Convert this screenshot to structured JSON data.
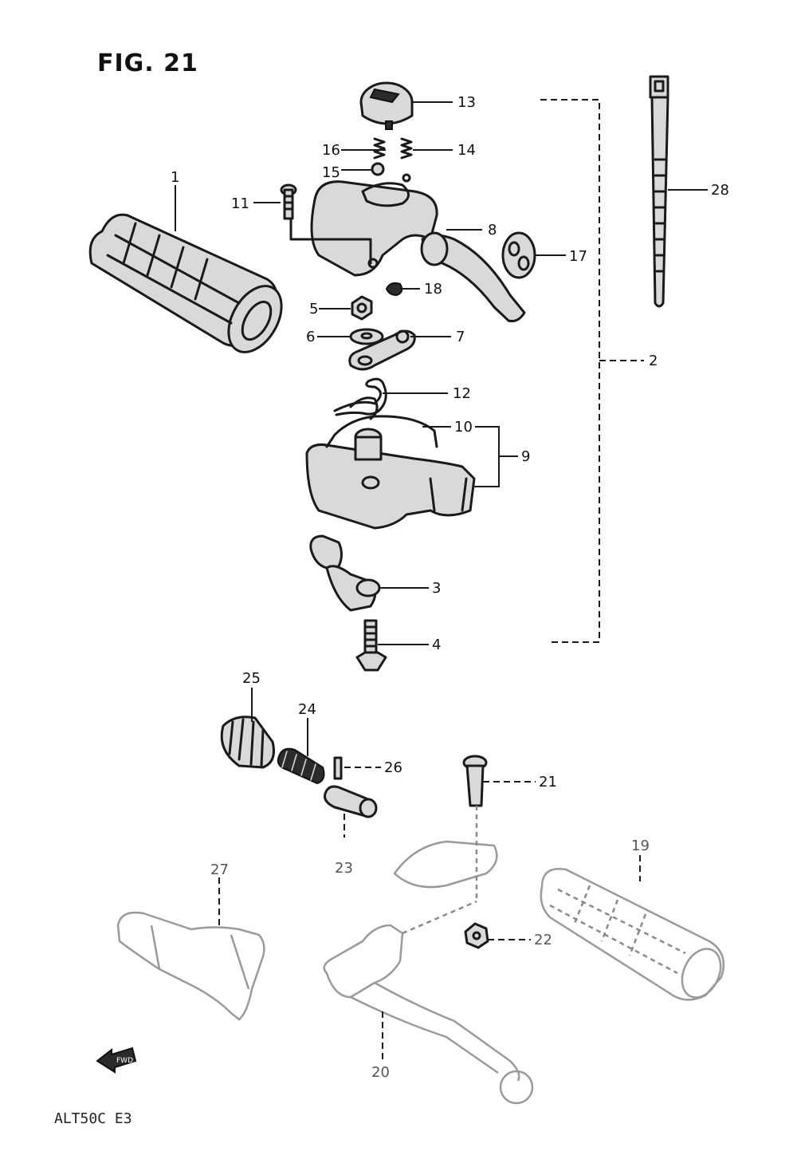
{
  "figure": {
    "title": "FIG. 21",
    "model_code": "ALT50C E3",
    "forward_indicator": "FWD"
  },
  "callouts": [
    "1",
    "2",
    "3",
    "4",
    "5",
    "6",
    "7",
    "8",
    "9",
    "10",
    "11",
    "12",
    "13",
    "14",
    "15",
    "16",
    "17",
    "18",
    "19",
    "20",
    "21",
    "22",
    "23",
    "24",
    "25",
    "26",
    "27",
    "28"
  ]
}
